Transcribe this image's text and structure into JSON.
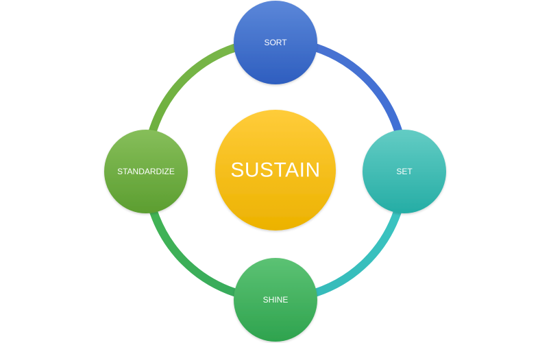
{
  "diagram": {
    "center": {
      "label": "SUSTAIN",
      "color": "#FFC000"
    },
    "nodes": [
      {
        "id": "sort",
        "label": "SORT",
        "color": "#3B6CC9"
      },
      {
        "id": "set",
        "label": "SET",
        "color": "#2EB8B0"
      },
      {
        "id": "shine",
        "label": "SHINE",
        "color": "#3BAF5A"
      },
      {
        "id": "standardize",
        "label": "STANDARDIZE",
        "color": "#6BAA3A"
      }
    ]
  }
}
